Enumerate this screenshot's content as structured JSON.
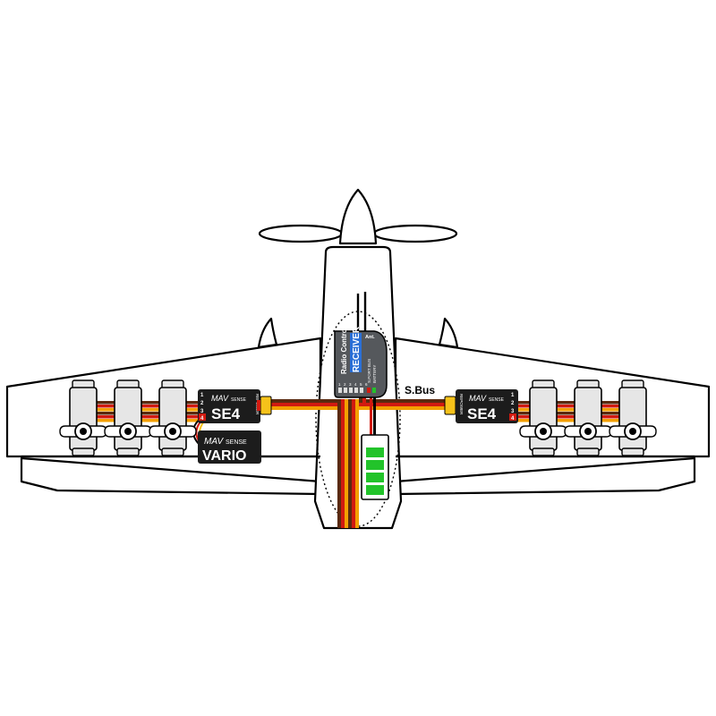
{
  "colors": {
    "wire_brown": "#5a2a10",
    "wire_red": "#d11a10",
    "wire_orange": "#f4a000",
    "module_dark": "#1c1c1c",
    "receiver_gray": "#55585c",
    "receiver_blue": "#2a6fd6",
    "battery_green": "#22c32a",
    "connector_yellow": "#f6c21a",
    "servo_body": "#e6e6e6"
  },
  "labels": {
    "sbus": "S.Bus",
    "se4_brand": "MAV",
    "se4_brand_sub": "SENSE",
    "se4_model": "SE4",
    "se4_side": "REPOWER",
    "vario_brand": "MAV",
    "vario_brand_sub": "SENSE",
    "vario_model": "VARIO",
    "receiver_title": "Radio Control",
    "receiver_main": "RECEIVER",
    "receiver_ant": "Ant.",
    "receiver_port_sbus": "S.PORT BUS",
    "receiver_port_battery": "BATTERY",
    "port_numbers": [
      "1",
      "2",
      "3",
      "4"
    ],
    "receiver_channels": [
      "1",
      "2",
      "3",
      "4",
      "5",
      "6"
    ]
  }
}
